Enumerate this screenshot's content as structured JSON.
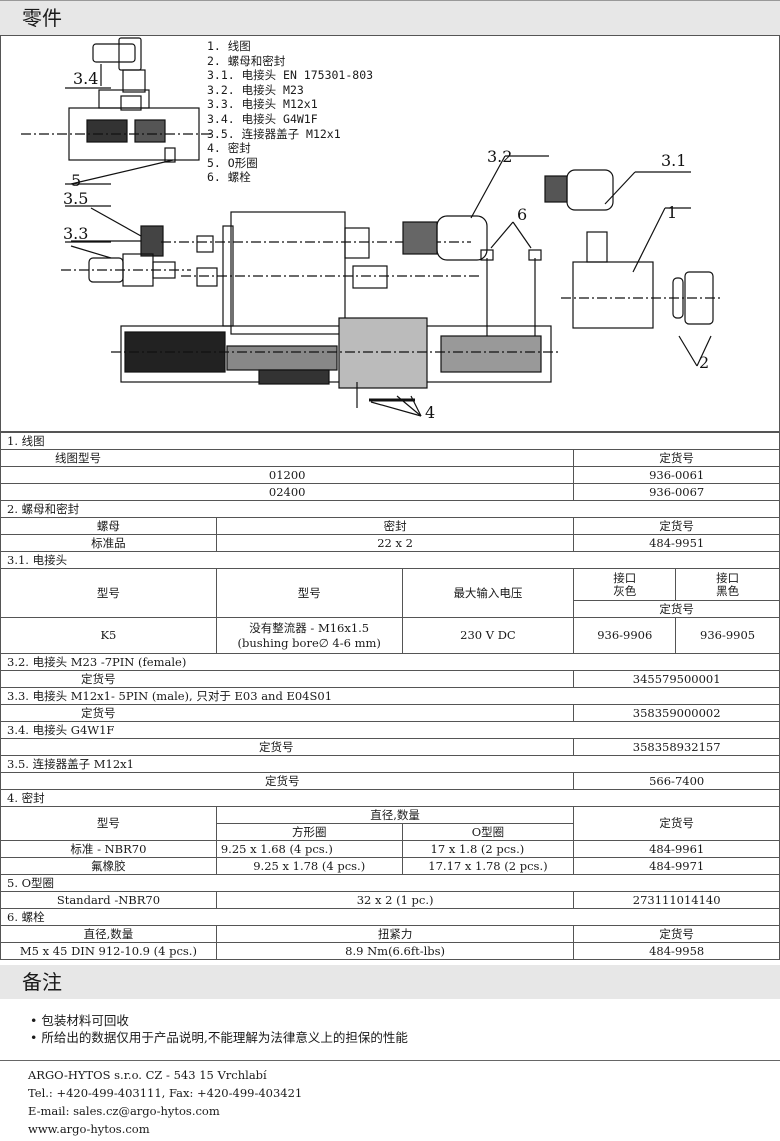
{
  "headers": {
    "parts": "零件",
    "notes": "备注"
  },
  "legend": [
    "1. 线图",
    "2.  螺母和密封",
    "3.1. 电接头 EN 175301-803",
    "3.2. 电接头  M23",
    "3.3. 电接头  M12x1",
    "3.4. 电接头 G4W1F",
    "3.5. 连接器盖子 M12x1",
    "4. 密封",
    "5.  O形圈",
    "6. 螺栓"
  ],
  "s1": {
    "title": "1. 线图",
    "col_type": "线图型号",
    "col_order": "定货号",
    "rows": [
      {
        "type": "01200",
        "order": "936-0061"
      },
      {
        "type": "02400",
        "order": "936-0067"
      }
    ]
  },
  "s2": {
    "title": "2. 螺母和密封",
    "col_nut": "螺母",
    "col_seal": "密封",
    "col_order": "定货号",
    "row": {
      "nut": "标准品",
      "seal": "22 x 2",
      "order": "484-9951"
    }
  },
  "s31": {
    "title": "3.1. 电接头",
    "col_model1": "型号",
    "col_model2": "型号",
    "col_voltage": "最大输入电压",
    "col_grey": "接口\n灰色",
    "col_black": "接口\n黑色",
    "col_order": "定货号",
    "row": {
      "model": "K5",
      "desc": "没有整流器 - M16x1.5\n(bushing bore∅ 4-6 mm)",
      "voltage": "230 V DC",
      "grey": "936-9906",
      "black": "936-9905"
    }
  },
  "s32": {
    "title": "3.2. 电接头 M23 -7PIN  (female)",
    "label": "定货号",
    "order": "345579500001"
  },
  "s33": {
    "title": "3.3. 电接头 M12x1- 5PIN  (male), 只对于 E03 and E04S01",
    "label": "定货号",
    "order": "358359000002"
  },
  "s34": {
    "title": "3.4. 电接头 G4W1F",
    "label": "定货号",
    "order": "358358932157"
  },
  "s35": {
    "title": "3.5. 连接器盖子 M12x1",
    "label": "定货号",
    "order": "566-7400"
  },
  "s4": {
    "title": "4. 密封",
    "col_type": "型号",
    "col_diam": "直径,数量",
    "col_square": "方形圈",
    "col_oring": "O型圈",
    "col_order": "定货号",
    "rows": [
      {
        "type": "标准 - NBR70",
        "square": "9.25 x 1.68 (4 pcs.)",
        "oring": "17 x 1.8 (2 pcs.)",
        "order": "484-9961"
      },
      {
        "type": "氟橡胶",
        "square": "9.25 x 1.78 (4 pcs.)",
        "oring": "17.17 x 1.78 (2 pcs.)",
        "order": "484-9971"
      }
    ]
  },
  "s5": {
    "title": "5. O型圈",
    "row": {
      "type": "Standard -NBR70",
      "size": "32 x 2 (1 pc.)",
      "order": "273111014140"
    }
  },
  "s6": {
    "title": "6. 螺栓",
    "col_diam": "直径,数量",
    "col_torque": "扭紧力",
    "col_order": "定货号",
    "row": {
      "diam": "M5 x 45 DIN 912-10.9 (4 pcs.)",
      "torque": "8.9 Nm(6.6ft-lbs)",
      "order": "484-9958"
    }
  },
  "notes": [
    "• 包装材料可回收",
    "• 所给出的数据仅用于产品说明,不能理解为法律意义上的担保的性能"
  ],
  "footer": [
    "ARGO-HYTOS s.r.o.   CZ - 543 15  Vrchlabí",
    "Tel.: +420-499-403111, Fax: +420-499-403421",
    "E-mail: sales.cz@argo-hytos.com",
    "www.argo-hytos.com"
  ]
}
